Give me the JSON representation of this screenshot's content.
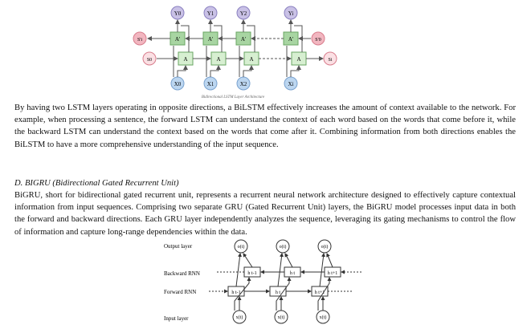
{
  "figure1": {
    "outputs": [
      "Y0",
      "Y1",
      "Y2",
      "Yi"
    ],
    "inputs": [
      "X0",
      "X1",
      "X2",
      "Xi"
    ],
    "forward_cell": "A",
    "backward_cell": "A'",
    "states": [
      "S'i",
      "S0",
      "S'0",
      "Si"
    ],
    "caption": "Bidirectional LSTM Layer Architecture"
  },
  "paragraph1": "By having two LSTM layers operating in opposite directions, a BiLSTM effectively increases the amount of context available to the network. For example, when processing a sentence, the forward LSTM can understand the context of each word based on the words that come before it, while the backward LSTM can understand the context based on the words that come after it. Combining information from both directions enables the BiLSTM to have a more comprehensive understanding of the input sequence.",
  "section_heading": "D.   BIGRU (Bidirectional Gated Recurrent Unit)",
  "paragraph2": "BiGRU, short for bidirectional gated recurrent unit, represents a recurrent neural network architecture designed to effectively capture contextual information from input sequences. Comprising two separate GRU (Gated Recurrent Unit) layers, the BiGRU model processes input data in both the forward and backward directions. Each GRU layer independently analyzes the sequence, leveraging its gating mechanisms to control the flow of information and capture long-range dependencies within the data.",
  "figure2": {
    "row_labels": [
      "Output layer",
      "Backward RNN",
      "Forward RNN",
      "Input layer"
    ],
    "backward_states": [
      "h t-1",
      "h t",
      "h t+1"
    ],
    "forward_states": [
      "h t-1",
      "h t",
      "h t+1"
    ],
    "outputs": [
      "o(t)",
      "o(t)",
      "o(t)"
    ],
    "inputs": [
      "x(t)",
      "x(t)",
      "x(t)"
    ]
  }
}
